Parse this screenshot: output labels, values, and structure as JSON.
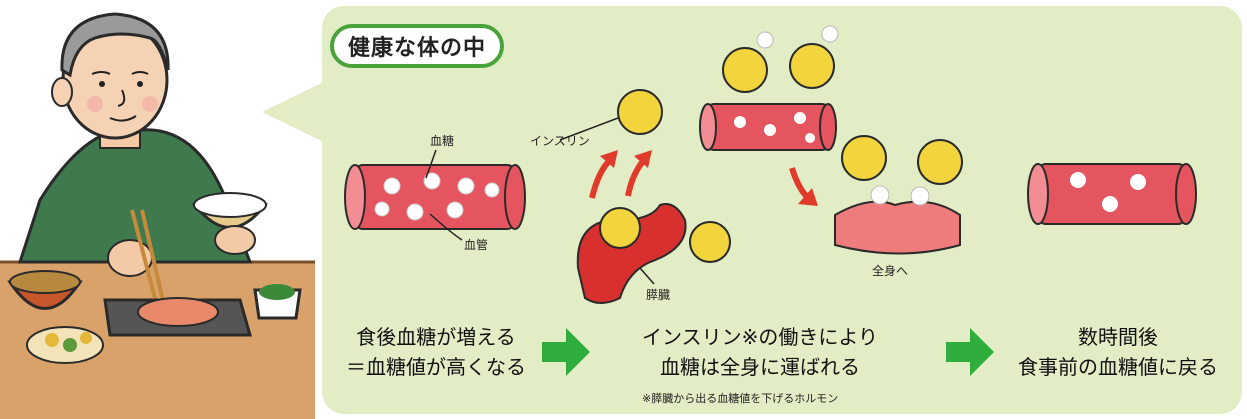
{
  "title": "健康な体の中",
  "labels": {
    "blood_sugar": "血糖",
    "blood_vessel": "血管",
    "insulin": "インスリン",
    "pancreas": "膵臓",
    "whole_body": "全身へ"
  },
  "steps": [
    {
      "line1": "食後血糖が増える",
      "line2": "＝血糖値が高くなる"
    },
    {
      "line1": "インスリン※の働きにより",
      "line2": "血糖は全身に運ばれる"
    },
    {
      "line1": "数時間後",
      "line2": "食事前の血糖値に戻る"
    }
  ],
  "footnote": "※膵臓から出る血糖値を下げるホルモン",
  "colors": {
    "panel": "#e2edc6",
    "vessel": "#e4555f",
    "arrow_green": "#2fae3d",
    "arrow_red": "#e03a2a",
    "insulin": "#f2d43c"
  }
}
